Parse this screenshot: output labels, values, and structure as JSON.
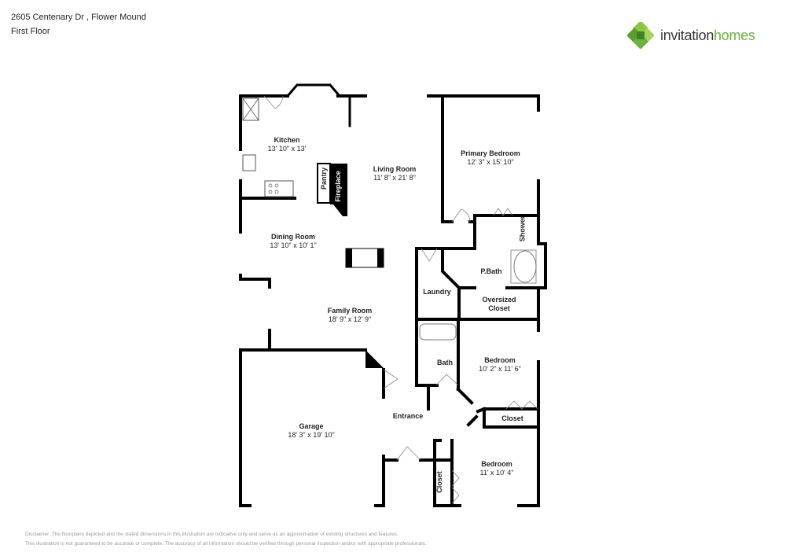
{
  "header": {
    "address": "2605 Centenary Dr , Flower Mound",
    "floor": "First Floor"
  },
  "logo": {
    "word1": "invitation",
    "word2": "homes",
    "brand_dark": "#3a3a3a",
    "brand_green": "#6cb33f"
  },
  "rooms": {
    "kitchen": {
      "name": "Kitchen",
      "dims": "13' 10\" x 13'"
    },
    "living": {
      "name": "Living Room",
      "dims": "11' 8\" x 21' 8\""
    },
    "primary_bedroom": {
      "name": "Primary Bedroom",
      "dims": "12' 3\" x 15' 10\""
    },
    "dining": {
      "name": "Dining Room",
      "dims": "13' 10\" x 10' 1\""
    },
    "family": {
      "name": "Family Room",
      "dims": "18' 9\" x 12' 9\""
    },
    "pbath": {
      "name": "P.Bath"
    },
    "laundry": {
      "name": "Laundry"
    },
    "oversized_closet": {
      "name": "Oversized Closet"
    },
    "bath": {
      "name": "Bath"
    },
    "bedroom2": {
      "name": "Bedroom",
      "dims": "10' 2\" x 11' 6\""
    },
    "closet2": {
      "name": "Closet"
    },
    "entrance": {
      "name": "Entrance"
    },
    "garage": {
      "name": "Garage",
      "dims": "18' 3\" x 19' 10\""
    },
    "bedroom3": {
      "name": "Bedroom",
      "dims": "11' x 10' 4\""
    },
    "closet3": {
      "name": "Closet"
    },
    "pantry": {
      "name": "Pantry"
    },
    "fireplace": {
      "name": "Fireplace"
    },
    "shower": {
      "name": "Shower"
    }
  },
  "disclaimer": {
    "line1": "Disclaimer: The floorplans depicted and the stated dimensions in this illustration are indicative only and serve as an approximation of existing structures and features.",
    "line2": "This illustration is not guaranteed to be accurate or complete. The accuracy of all information should be verified through personal inspection and/or with appropriate professionals."
  }
}
